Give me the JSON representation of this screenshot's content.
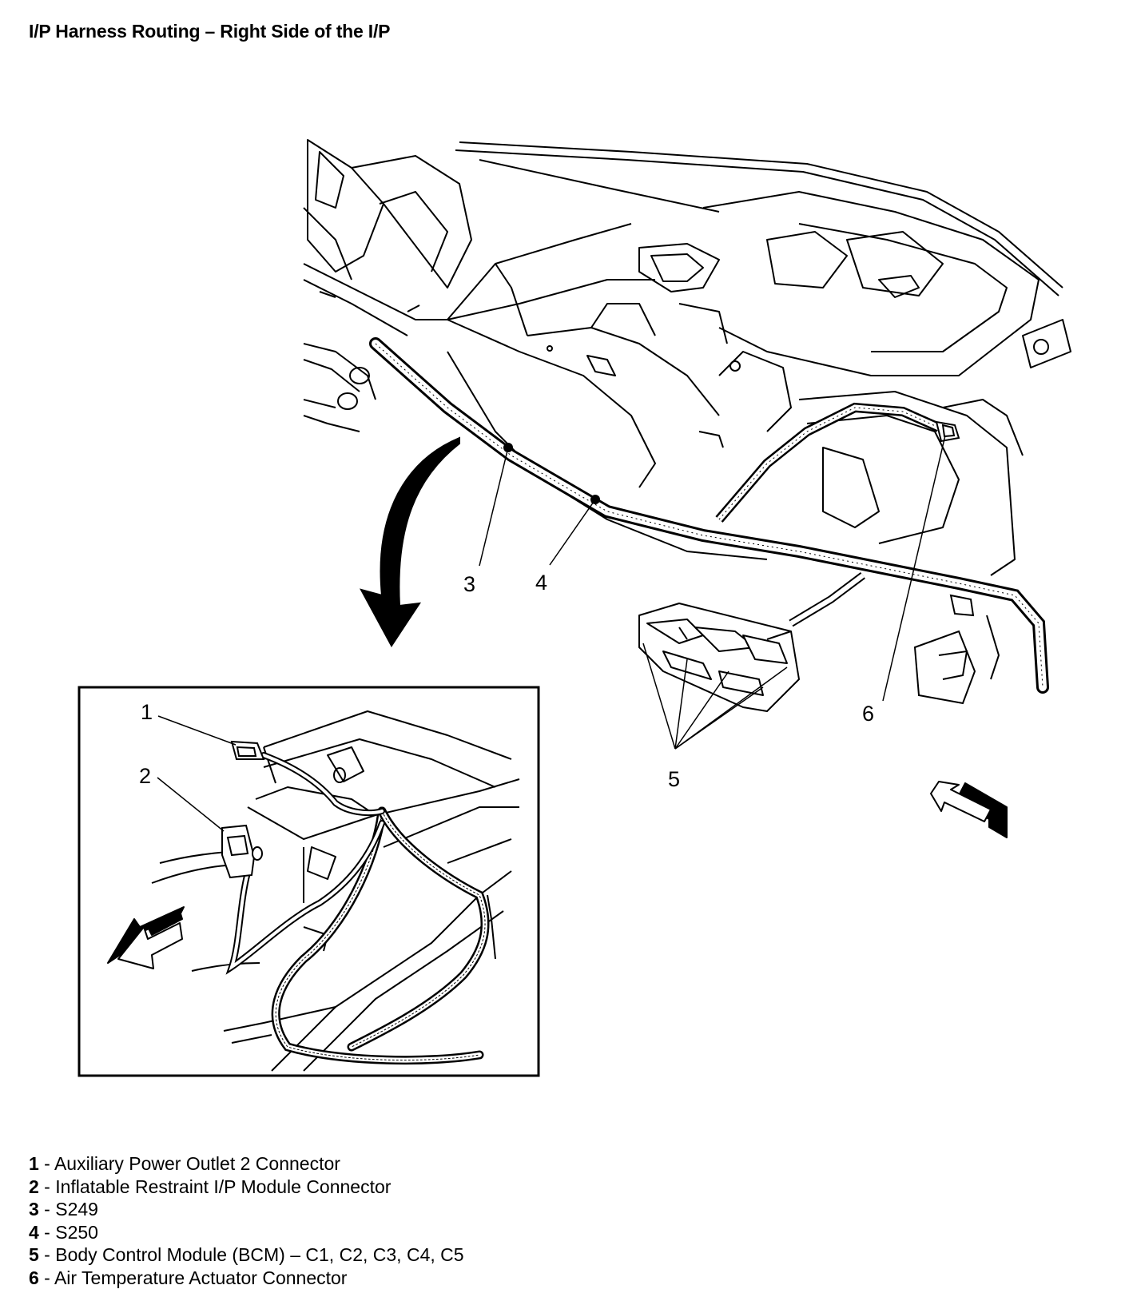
{
  "title": "I/P Harness Routing – Right Side of the I/P",
  "callouts": [
    "1",
    "2",
    "3",
    "4",
    "5",
    "6"
  ],
  "legend": [
    {
      "num": "1",
      "text": " - Auxiliary Power Outlet 2 Connector"
    },
    {
      "num": "2",
      "text": " - Inflatable Restraint I/P Module Connector"
    },
    {
      "num": "3",
      "text": " - S249"
    },
    {
      "num": "4",
      "text": " - S250"
    },
    {
      "num": "5",
      "text": " - Body Control Module (BCM) – C1, C2, C3, C4, C5"
    },
    {
      "num": "6",
      "text": " - Air Temperature Actuator Connector"
    }
  ],
  "colors": {
    "line": "#000000",
    "background": "#ffffff"
  },
  "icons": [
    "direction-arrow-icon",
    "view-arrow-icon",
    "harness-connector-icon",
    "splice-dot-icon"
  ]
}
